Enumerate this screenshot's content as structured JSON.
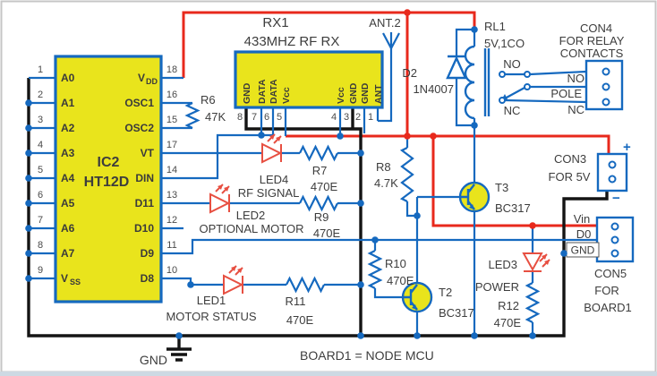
{
  "colors": {
    "wire_blue": "#1569bf",
    "wire_red": "#e8291c",
    "wire_black": "#141414",
    "component_yellow": "#e9e41c",
    "led_red": "#e74f41",
    "text": "#3d3d3d"
  },
  "ic2": {
    "ref": "IC2",
    "part": "HT12D",
    "left_pins": [
      {
        "num": "1",
        "label": "A0"
      },
      {
        "num": "2",
        "label": "A1"
      },
      {
        "num": "3",
        "label": "A2"
      },
      {
        "num": "4",
        "label": "A3"
      },
      {
        "num": "5",
        "label": "A4"
      },
      {
        "num": "6",
        "label": "A5"
      },
      {
        "num": "7",
        "label": "A6"
      },
      {
        "num": "8",
        "label": "A7"
      },
      {
        "num": "9",
        "label": "V",
        "sub": "SS"
      }
    ],
    "right_pins": [
      {
        "num": "18",
        "label": "V",
        "sub": "DD"
      },
      {
        "num": "16",
        "label": "OSC1"
      },
      {
        "num": "15",
        "label": "OSC2"
      },
      {
        "num": "17",
        "label": "VT"
      },
      {
        "num": "14",
        "label": "DIN"
      },
      {
        "num": "13",
        "label": "D11"
      },
      {
        "num": "12",
        "label": "D10"
      },
      {
        "num": "11",
        "label": "D9"
      },
      {
        "num": "10",
        "label": "D8"
      }
    ]
  },
  "rx1": {
    "ref": "RX1",
    "desc": "433MHZ RF RX",
    "pins": [
      {
        "num": "8",
        "label": "GND"
      },
      {
        "num": "7",
        "label": "DATA"
      },
      {
        "num": "6",
        "label": "DATA"
      },
      {
        "num": "5",
        "label": "Vcc"
      },
      {
        "num": "4",
        "label": "Vcc"
      },
      {
        "num": "3",
        "label": "GND"
      },
      {
        "num": "2",
        "label": "GND"
      },
      {
        "num": "1",
        "label": "ANT"
      }
    ]
  },
  "antenna": {
    "label": "ANT.2"
  },
  "relay": {
    "ref": "RL1",
    "value": "5V,1CO",
    "contact_no": "NO",
    "contact_nc": "NC"
  },
  "d2": {
    "ref": "D2",
    "value": "1N4007"
  },
  "con4": {
    "name": "CON4",
    "line2": "FOR RELAY",
    "line3": "CONTACTS",
    "wire_labels": [
      "NO",
      "POLE",
      "NC"
    ]
  },
  "con3": {
    "name": "CON3",
    "line2": "FOR 5V",
    "plus": "+",
    "minus": "−"
  },
  "con5": {
    "name": "CON5",
    "line2": "FOR",
    "line3": "BOARD1",
    "pin_labels": [
      "Vin",
      "D0",
      "GND"
    ]
  },
  "resistors": {
    "r6": {
      "ref": "R6",
      "value": "47K"
    },
    "r7": {
      "ref": "R7",
      "value": "470E"
    },
    "r8": {
      "ref": "R8",
      "value": "4.7K"
    },
    "r9": {
      "ref": "R9",
      "value": "470E"
    },
    "r10": {
      "ref": "R10",
      "value": "470E"
    },
    "r11": {
      "ref": "R11",
      "value": "470E"
    },
    "r12": {
      "ref": "R12",
      "value": "470E"
    }
  },
  "leds": {
    "led1": {
      "ref": "LED1",
      "function": "MOTOR STATUS"
    },
    "led2": {
      "ref": "LED2",
      "function": "OPTIONAL MOTOR"
    },
    "led3": {
      "ref": "LED3",
      "function": "POWER"
    },
    "led4": {
      "ref": "LED4",
      "function": "RF SIGNAL"
    }
  },
  "transistors": {
    "t2": {
      "ref": "T2",
      "part": "BC317"
    },
    "t3": {
      "ref": "T3",
      "part": "BC317"
    }
  },
  "ground_label": "GND",
  "bottom_note": "BOARD1 = NODE MCU"
}
